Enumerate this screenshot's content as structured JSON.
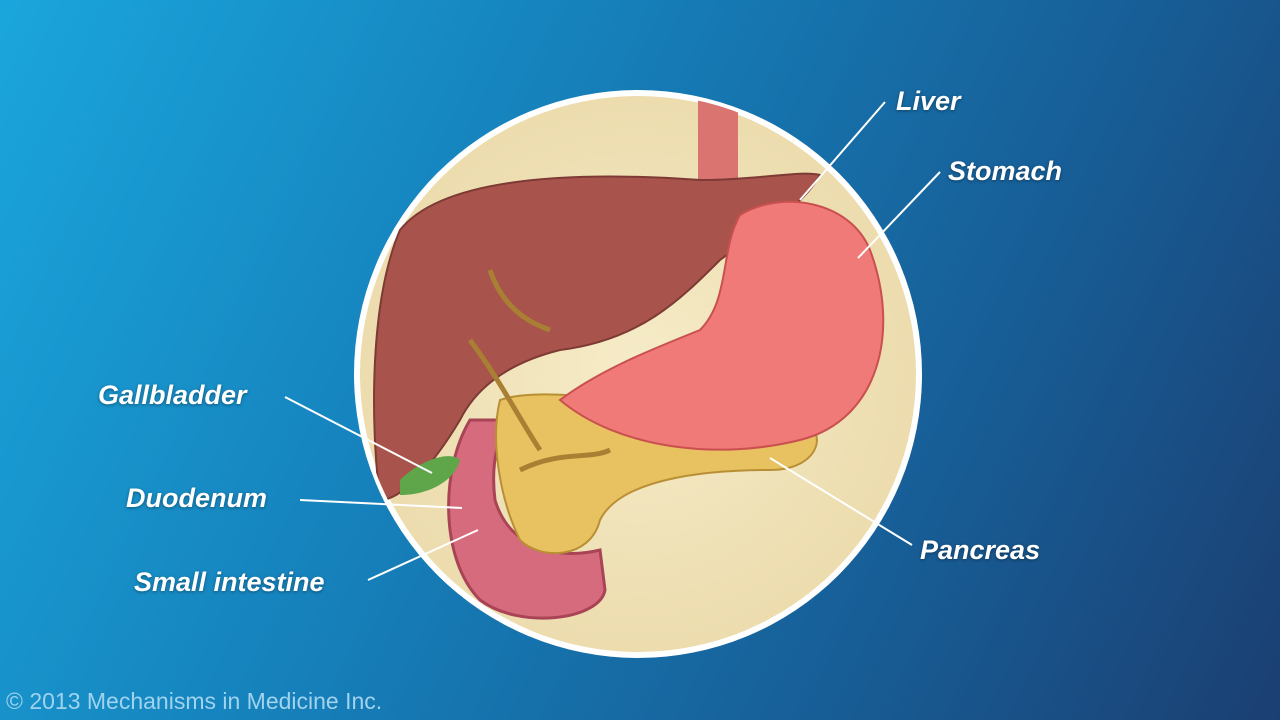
{
  "labels": {
    "liver": "Liver",
    "stomach": "Stomach",
    "gallbladder": "Gallbladder",
    "duodenum": "Duodenum",
    "small_intestine": "Small intestine",
    "pancreas": "Pancreas"
  },
  "copyright": "© 2013 Mechanisms in Medicine Inc.",
  "colors": {
    "circle": "#f2e6bf",
    "liver": "#a8544c",
    "stomach": "#ef7a78",
    "pancreas": "#e8c160",
    "gallbladder": "#5fa64a"
  }
}
